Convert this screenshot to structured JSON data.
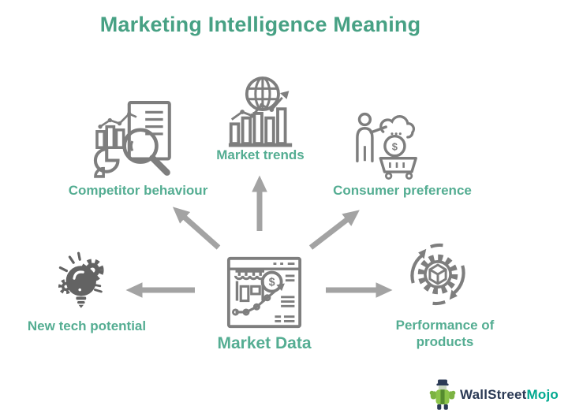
{
  "title": "Marketing Intelligence Meaning",
  "center": {
    "label": "Market Data",
    "icon": "storefront-analytics-icon"
  },
  "nodes": [
    {
      "id": "competitor-behaviour",
      "label": "Competitor behaviour",
      "icon": "report-magnifier-icon",
      "position": "top-left"
    },
    {
      "id": "market-trends",
      "label": "Market trends",
      "icon": "globe-bar-chart-icon",
      "position": "top"
    },
    {
      "id": "consumer-preference",
      "label": "Consumer preference",
      "icon": "shopper-cart-icon",
      "position": "top-right"
    },
    {
      "id": "new-tech-potential",
      "label": "New tech potential",
      "icon": "bulb-gears-icon",
      "position": "left"
    },
    {
      "id": "performance-of-products",
      "label": "Performance of products",
      "icon": "gear-cycle-icon",
      "position": "right"
    }
  ],
  "icons": {
    "dollar_symbol": "$"
  },
  "logo": {
    "brand_part1": "WallStreet",
    "brand_part2": "Mojo",
    "mascot": "wallstreetmojo-bull-mascot"
  },
  "colors": {
    "accent_green": "#47a184",
    "label_green": "#54ad92",
    "icon_gray": "#7e7e7e",
    "icon_solid_gray": "#636363",
    "arrow_gray": "#a3a3a3",
    "logo_navy": "#2b3a55",
    "logo_teal": "#00a98f",
    "background": "#ffffff"
  }
}
